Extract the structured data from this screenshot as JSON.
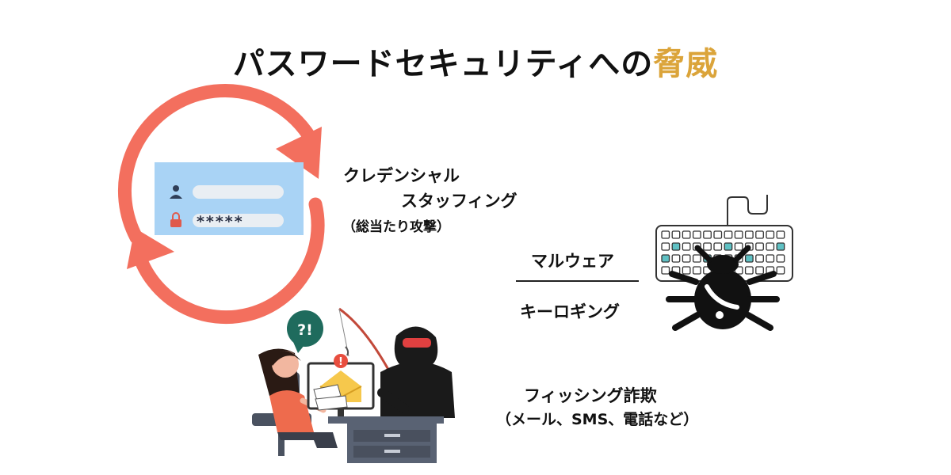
{
  "title": {
    "main": "パスワードセキュリティへの",
    "accent": "脅威"
  },
  "credential_stuffing": {
    "line1": "クレデンシャル",
    "line2": "スタッフィング",
    "note": "（総当たり攻撃）",
    "password_mask": "*****"
  },
  "malware": {
    "line1": "マルウェア",
    "line2": "キーロギング"
  },
  "phishing": {
    "line1": "フィッシング詐欺",
    "line2": "（メール、SMS、電話など）",
    "bubble": "?!"
  },
  "colors": {
    "accent": "#dba43a",
    "arrow": "#f36f5e",
    "card": "#a9d3f5",
    "teal": "#1f6b5d",
    "key_teal": "#5fc1c4"
  }
}
